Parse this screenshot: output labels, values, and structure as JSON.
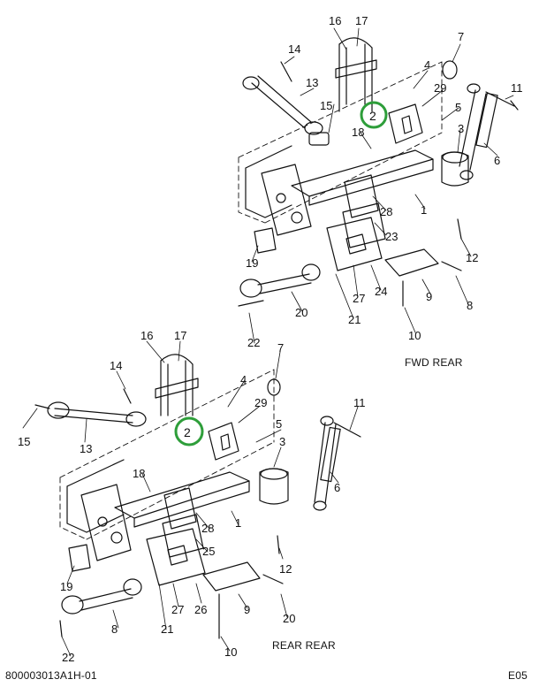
{
  "captions": {
    "fwd_rear": "FWD REAR",
    "rear_rear": "REAR REAR"
  },
  "footer": {
    "document_id": "800003013A1H-01",
    "page_code": "E05"
  },
  "highlight_color": "#2e9e3a",
  "upper_assembly": {
    "callouts": [
      "16",
      "17",
      "14",
      "7",
      "13",
      "4",
      "29",
      "11",
      "15",
      "2",
      "5",
      "18",
      "3",
      "6",
      "28",
      "1",
      "23",
      "19",
      "12",
      "27",
      "24",
      "9",
      "20",
      "8",
      "21",
      "22",
      "10"
    ]
  },
  "lower_assembly": {
    "callouts": [
      "16",
      "17",
      "14",
      "7",
      "4",
      "29",
      "11",
      "15",
      "2",
      "5",
      "13",
      "3",
      "18",
      "6",
      "28",
      "1",
      "25",
      "19",
      "12",
      "27",
      "26",
      "9",
      "8",
      "20",
      "21",
      "22",
      "10"
    ]
  }
}
